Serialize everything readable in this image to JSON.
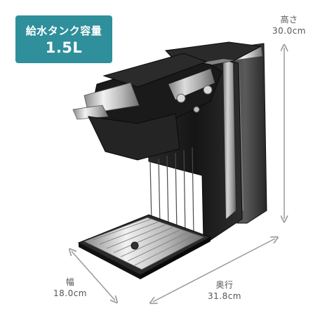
{
  "badge": {
    "label": "給水タンク容量",
    "value": "1.5L"
  },
  "dimensions": {
    "height": {
      "label": "高さ",
      "value": "30.0cm"
    },
    "width": {
      "label": "幅",
      "value": "18.0cm"
    },
    "depth": {
      "label": "奥行",
      "value": "31.8cm"
    }
  },
  "colors": {
    "badge": "#2f8f9b",
    "machine_body": "#1e1e1e",
    "chrome": "#c9c9c9",
    "arrow": "#9a9a9a"
  }
}
